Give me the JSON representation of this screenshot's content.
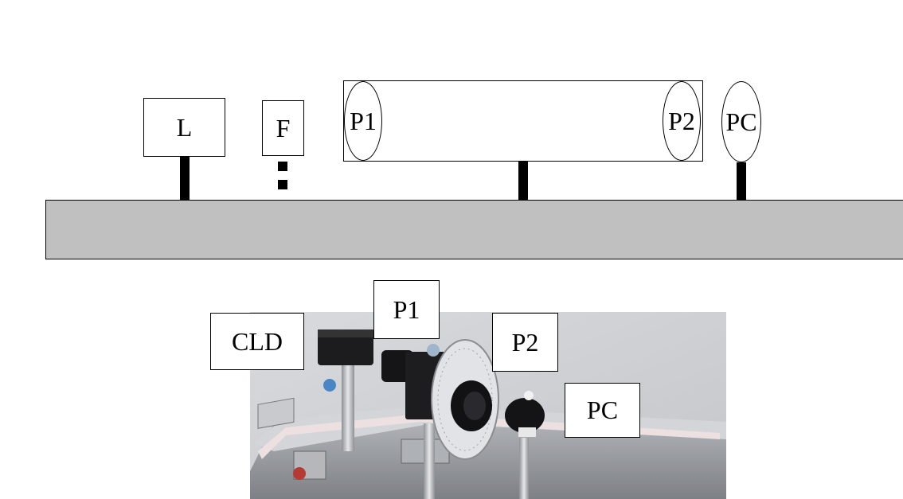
{
  "schematic": {
    "laser_label": "L",
    "filter_label": "F",
    "polarizer1_label": "P1",
    "polarizer2_label": "P2",
    "photocell_label": "PC"
  },
  "photo_labels": {
    "cld": "CLD",
    "p1": "P1",
    "p2": "P2",
    "pc": "PC"
  }
}
